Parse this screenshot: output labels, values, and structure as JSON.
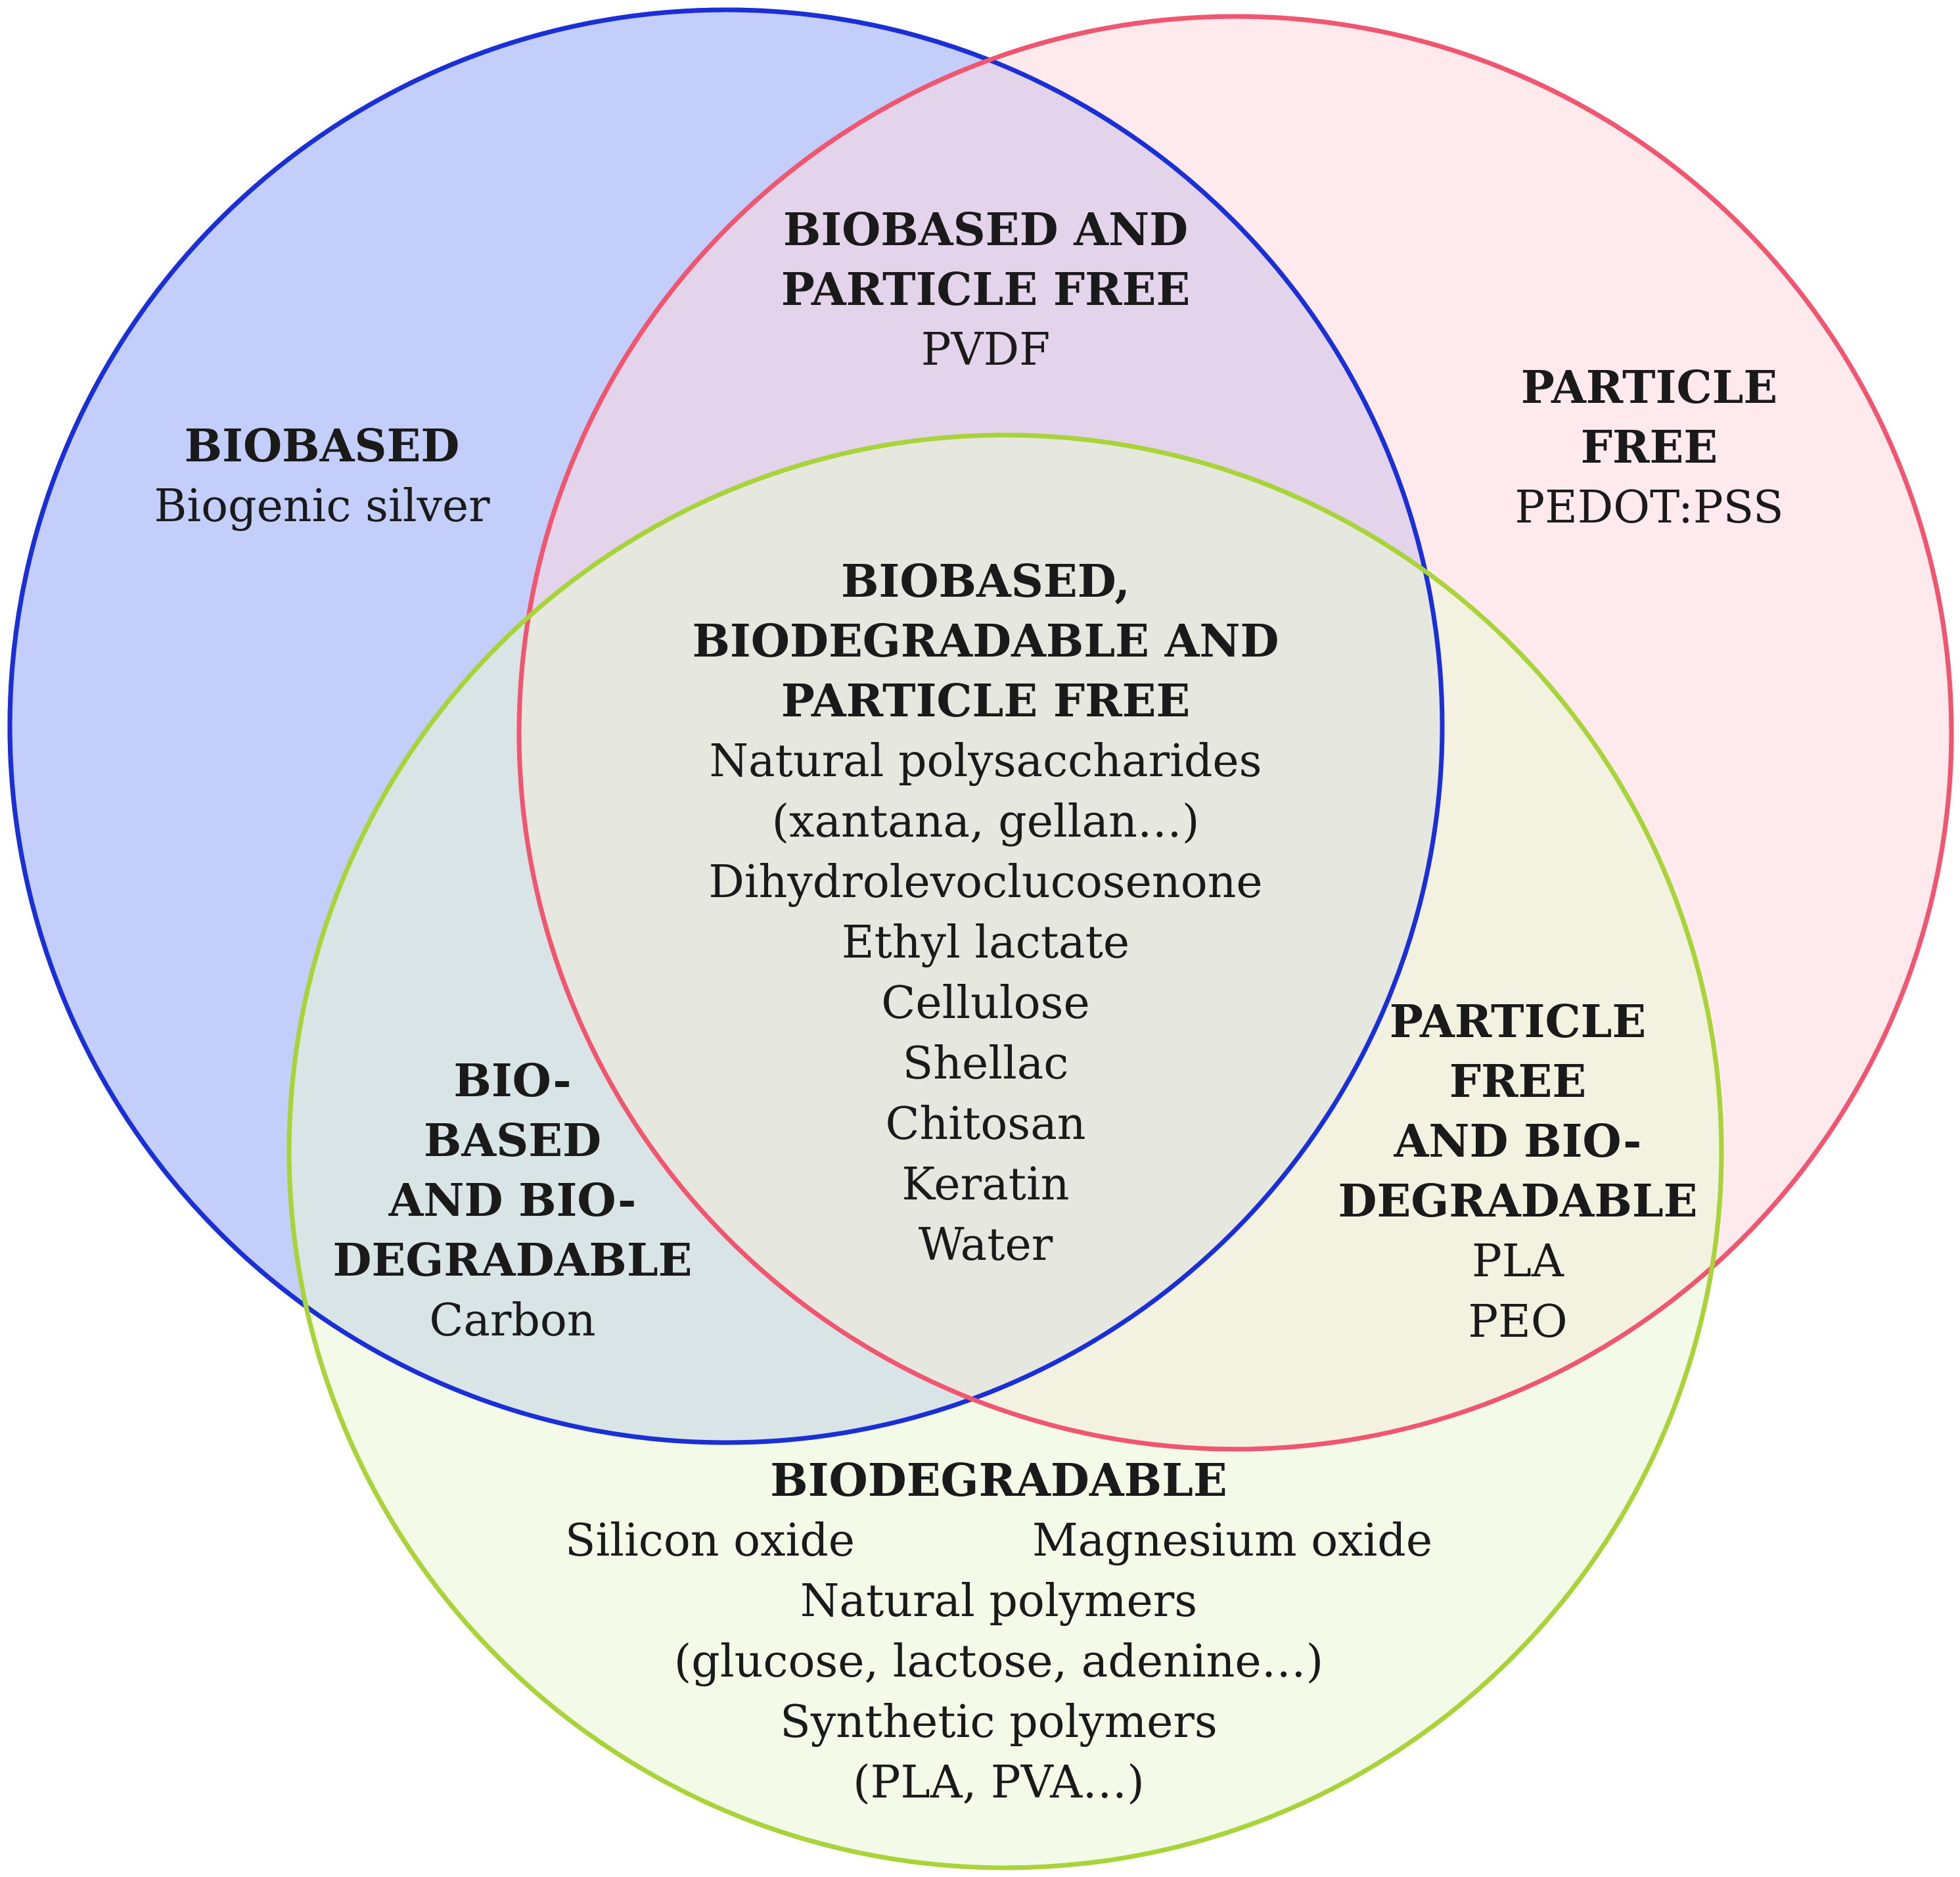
{
  "colors": {
    "biobased_fill": "#c3cffa",
    "biobased_stroke": "#1a2fd6",
    "particle_fill": "#fdd8de",
    "particle_stroke": "#f0566f",
    "biodegradable_fill": "#eaf5d3",
    "biodegradable_stroke": "#a8d43a"
  },
  "regions": {
    "biobased": {
      "title": [
        "BIOBASED"
      ],
      "items": [
        "Biogenic silver"
      ]
    },
    "biobased_particle_free": {
      "title": [
        "BIOBASED AND",
        "PARTICLE FREE"
      ],
      "items": [
        "PVDF"
      ]
    },
    "particle_free": {
      "title": [
        "PARTICLE",
        "FREE"
      ],
      "items": [
        "PEDOT:PSS"
      ]
    },
    "all_three": {
      "title": [
        "BIOBASED,",
        "BIODEGRADABLE AND",
        "PARTICLE FREE"
      ],
      "items": [
        "Natural polysaccharides",
        "(xantana, gellan…)",
        "Dihydrolevoclucosenone",
        "Ethyl lactate",
        "Cellulose",
        "Shellac",
        "Chitosan",
        "Keratin",
        "Water"
      ]
    },
    "biobased_biodegradable": {
      "title": [
        "BIO-",
        "BASED",
        "AND BIO-",
        "DEGRADABLE"
      ],
      "items": [
        "Carbon"
      ]
    },
    "particle_free_biodegradable": {
      "title": [
        "PARTICLE",
        "FREE",
        "AND BIO-",
        "DEGRADABLE"
      ],
      "items": [
        "PLA",
        "PEO"
      ]
    },
    "biodegradable": {
      "title": [
        "BIODEGRADABLE"
      ],
      "pair": [
        "Silicon oxide",
        "Magnesium oxide"
      ],
      "items": [
        "Natural polymers",
        "(glucose, lactose, adenine…)",
        "Synthetic polymers",
        "(PLA, PVA…)"
      ]
    }
  }
}
